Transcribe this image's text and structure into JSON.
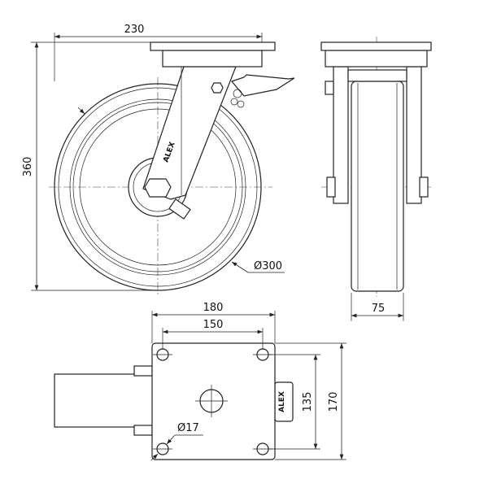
{
  "front_view": {
    "width_dim": "230",
    "height_dim": "360",
    "wheel_diameter": "Ø300"
  },
  "side_view": {
    "wheel_width_dim": "75"
  },
  "top_view": {
    "plate_width_dim": "180",
    "hole_spacing_x_dim": "150",
    "hole_spacing_y_dim": "135",
    "plate_height_dim": "170",
    "hole_diameter": "Ø17",
    "brand_logo": "ALEX"
  },
  "colors": {
    "line": "#222222",
    "background": "#ffffff"
  }
}
